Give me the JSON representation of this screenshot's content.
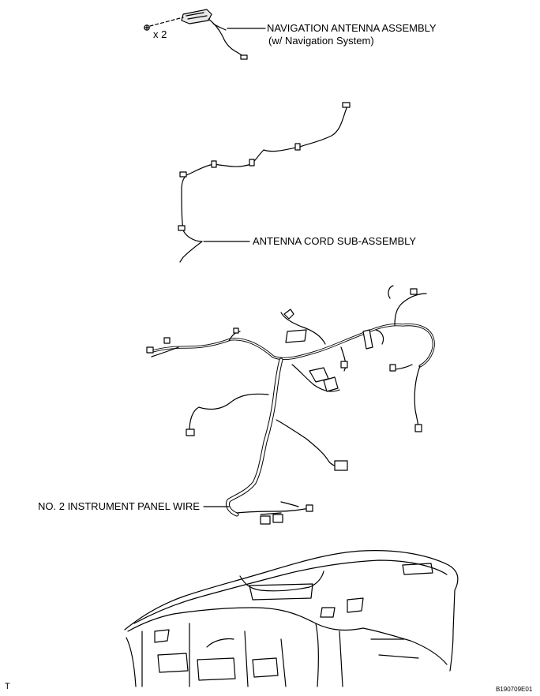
{
  "callouts": {
    "nav_antenna_line1": "NAVIGATION ANTENNA ASSEMBLY",
    "nav_antenna_line2": "(w/ Navigation System)",
    "screw_qty": "x 2",
    "antenna_cord": "ANTENNA CORD SUB-ASSEMBLY",
    "panel_wire": "NO. 2 INSTRUMENT PANEL WIRE"
  },
  "corner": {
    "left_mark": "T",
    "figure_id": "B190709E01"
  }
}
